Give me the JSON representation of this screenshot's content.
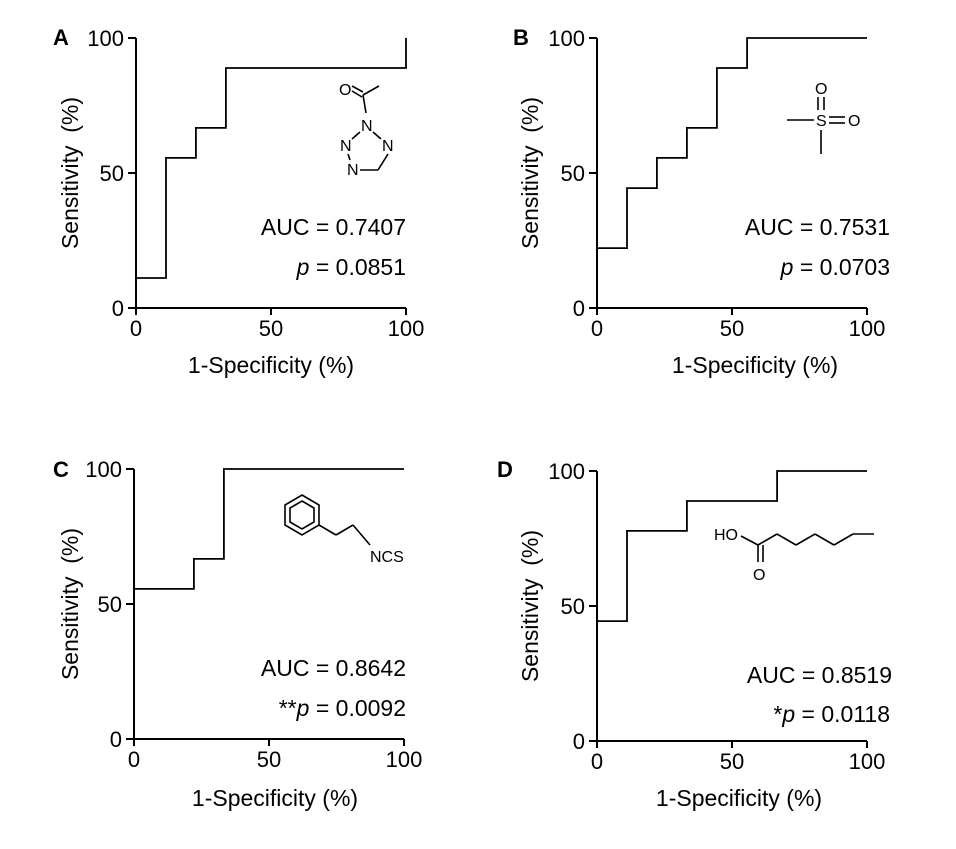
{
  "chart_data": [
    {
      "type": "line",
      "panel": "A",
      "xlabel": "1-Specificity (%)",
      "ylabel": "Sensitivity  (%)",
      "xlim": [
        0,
        100
      ],
      "ylim": [
        0,
        100
      ],
      "xticks": [
        "0",
        "50",
        "100"
      ],
      "yticks": [
        "0",
        "50",
        "100"
      ],
      "step": true,
      "x": [
        0,
        11.1,
        11.1,
        22.2,
        22.2,
        33.3,
        33.3,
        100,
        100
      ],
      "y": [
        11.1,
        11.1,
        55.6,
        55.6,
        66.7,
        66.7,
        88.9,
        88.9,
        100
      ],
      "auc_text": "AUC = 0.7407",
      "p_prefix": "",
      "p_symbol": "p",
      "p_value_text": " = 0.0851",
      "structure_atoms": [
        "O",
        "N",
        "N",
        "N",
        "N"
      ]
    },
    {
      "type": "line",
      "panel": "B",
      "xlabel": "1-Specificity (%)",
      "ylabel": "Sensitivity  (%)",
      "xlim": [
        0,
        100
      ],
      "ylim": [
        0,
        100
      ],
      "xticks": [
        "0",
        "50",
        "100"
      ],
      "yticks": [
        "0",
        "50",
        "100"
      ],
      "step": true,
      "x": [
        0,
        11.1,
        11.1,
        22.2,
        22.2,
        33.3,
        33.3,
        44.4,
        44.4,
        55.6,
        55.6,
        100
      ],
      "y": [
        22.2,
        22.2,
        44.4,
        44.4,
        55.6,
        55.6,
        66.7,
        66.7,
        88.9,
        88.9,
        100,
        100
      ],
      "auc_text": "AUC = 0.7531",
      "p_prefix": "",
      "p_symbol": "p",
      "p_value_text": " = 0.0703",
      "structure_atoms": [
        "O",
        "S",
        "O"
      ]
    },
    {
      "type": "line",
      "panel": "C",
      "xlabel": "1-Specificity (%)",
      "ylabel": "Sensitivity  (%)",
      "xlim": [
        0,
        100
      ],
      "ylim": [
        0,
        100
      ],
      "xticks": [
        "0",
        "50",
        "100"
      ],
      "yticks": [
        "0",
        "50",
        "100"
      ],
      "step": true,
      "x": [
        0,
        22.2,
        22.2,
        33.3,
        33.3,
        100
      ],
      "y": [
        55.6,
        55.6,
        66.7,
        66.7,
        100,
        100
      ],
      "auc_text": "AUC = 0.8642",
      "p_prefix": "**",
      "p_symbol": "p",
      "p_value_text": " = 0.0092",
      "structure_atoms": [
        "NCS"
      ]
    },
    {
      "type": "line",
      "panel": "D",
      "xlabel": "1-Specificity (%)",
      "ylabel": "Sensitivity  (%)",
      "xlim": [
        0,
        100
      ],
      "ylim": [
        0,
        100
      ],
      "xticks": [
        "0",
        "50",
        "100"
      ],
      "yticks": [
        "0",
        "50",
        "100"
      ],
      "step": true,
      "x": [
        0,
        11.1,
        11.1,
        33.3,
        33.3,
        66.7,
        66.7,
        100
      ],
      "y": [
        44.4,
        44.4,
        77.8,
        77.8,
        88.9,
        88.9,
        100,
        100
      ],
      "auc_text": "AUC = 0.8519",
      "p_prefix": "*",
      "p_symbol": "p",
      "p_value_text": " = 0.0118",
      "structure_atoms": [
        "HO",
        "O"
      ]
    }
  ]
}
